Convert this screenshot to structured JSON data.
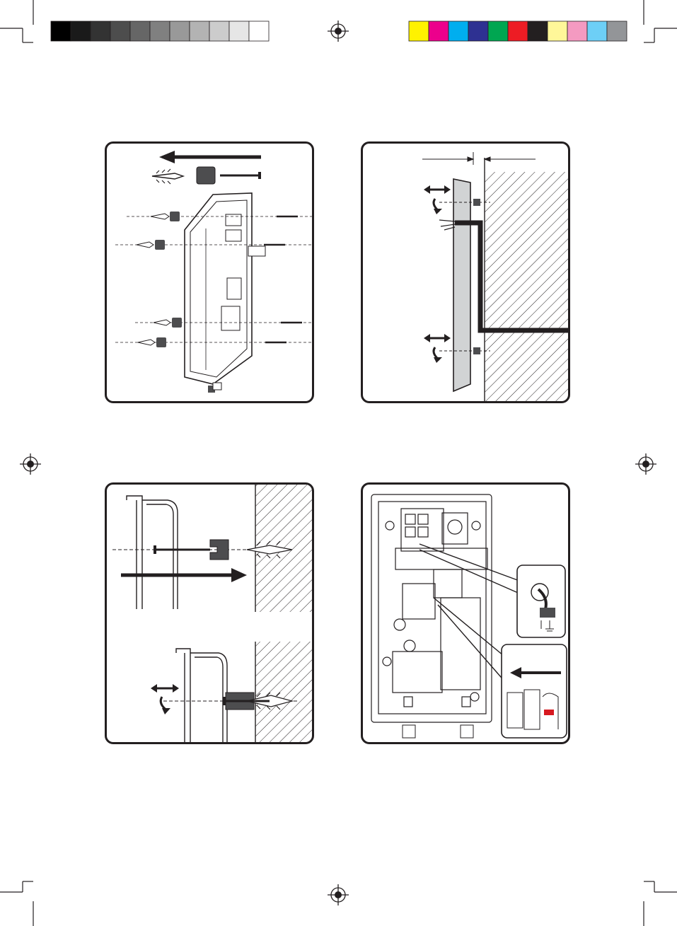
{
  "print_marks": {
    "gray_bar": [
      "#000000",
      "#1a1a1a",
      "#333333",
      "#4d4d4d",
      "#666666",
      "#808080",
      "#999999",
      "#b3b3b3",
      "#cccccc",
      "#e6e6e6",
      "#ffffff"
    ],
    "color_bar": [
      "#fff200",
      "#ec008c",
      "#00aeef",
      "#2e3192",
      "#00a651",
      "#ed1c24",
      "#231f20",
      "#fff799",
      "#f49ac1",
      "#6dcff6",
      "#939598"
    ],
    "registration_icon": "registration-mark",
    "crop_icon": "crop-mark"
  },
  "panels": [
    {
      "id": "wall-fixing-exploded",
      "icons": [
        "wall-plug-icon",
        "spacer-block-icon",
        "screw-icon",
        "arrow-left-icon",
        "heater-unit-icon"
      ]
    },
    {
      "id": "side-section-adjust",
      "icons": [
        "wall-hatch-icon",
        "heater-side-icon",
        "double-arrow-icon",
        "rotate-arrow-icon",
        "cable-icon"
      ]
    },
    {
      "id": "screw-into-wall",
      "icons": [
        "wall-hatch-icon",
        "screw-icon",
        "spacer-block-icon",
        "wall-plug-icon",
        "arrow-right-icon",
        "rotate-arrow-icon"
      ]
    },
    {
      "id": "wiring-detail",
      "icons": [
        "heater-interior-icon",
        "cable-gland-icon",
        "terminal-block-icon",
        "earth-icon",
        "arrow-left-icon"
      ]
    }
  ],
  "colors": {
    "line": "#231f20",
    "unit_fill": "#d1d3d4",
    "accent_red": "#d71920"
  }
}
